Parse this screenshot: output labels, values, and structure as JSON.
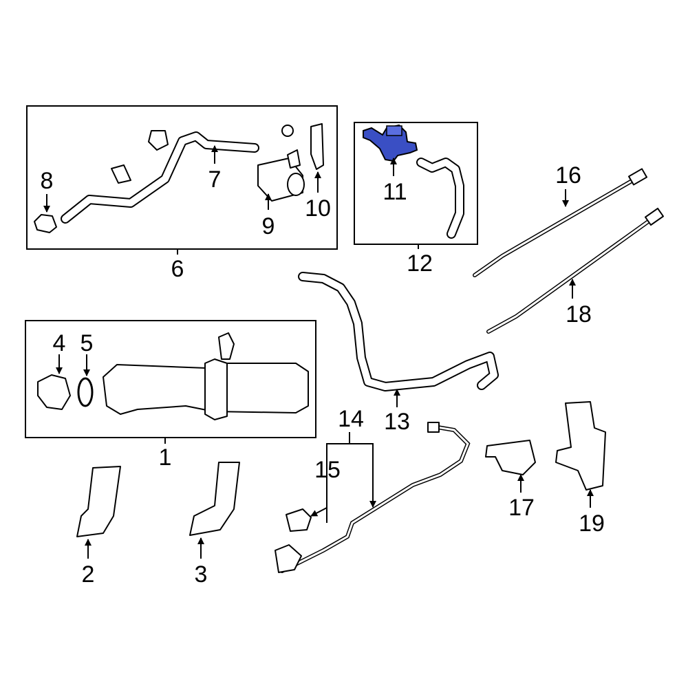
{
  "diagram": {
    "highlight_color": "#3a4fc4",
    "highlighted_part": "11",
    "callouts": {
      "c1": "1",
      "c2": "2",
      "c3": "3",
      "c4": "4",
      "c5": "5",
      "c6": "6",
      "c7": "7",
      "c8": "8",
      "c9": "9",
      "c10": "10",
      "c11": "11",
      "c12": "12",
      "c13": "13",
      "c14": "14",
      "c15": "15",
      "c16": "16",
      "c17": "17",
      "c18": "18",
      "c19": "19"
    }
  }
}
